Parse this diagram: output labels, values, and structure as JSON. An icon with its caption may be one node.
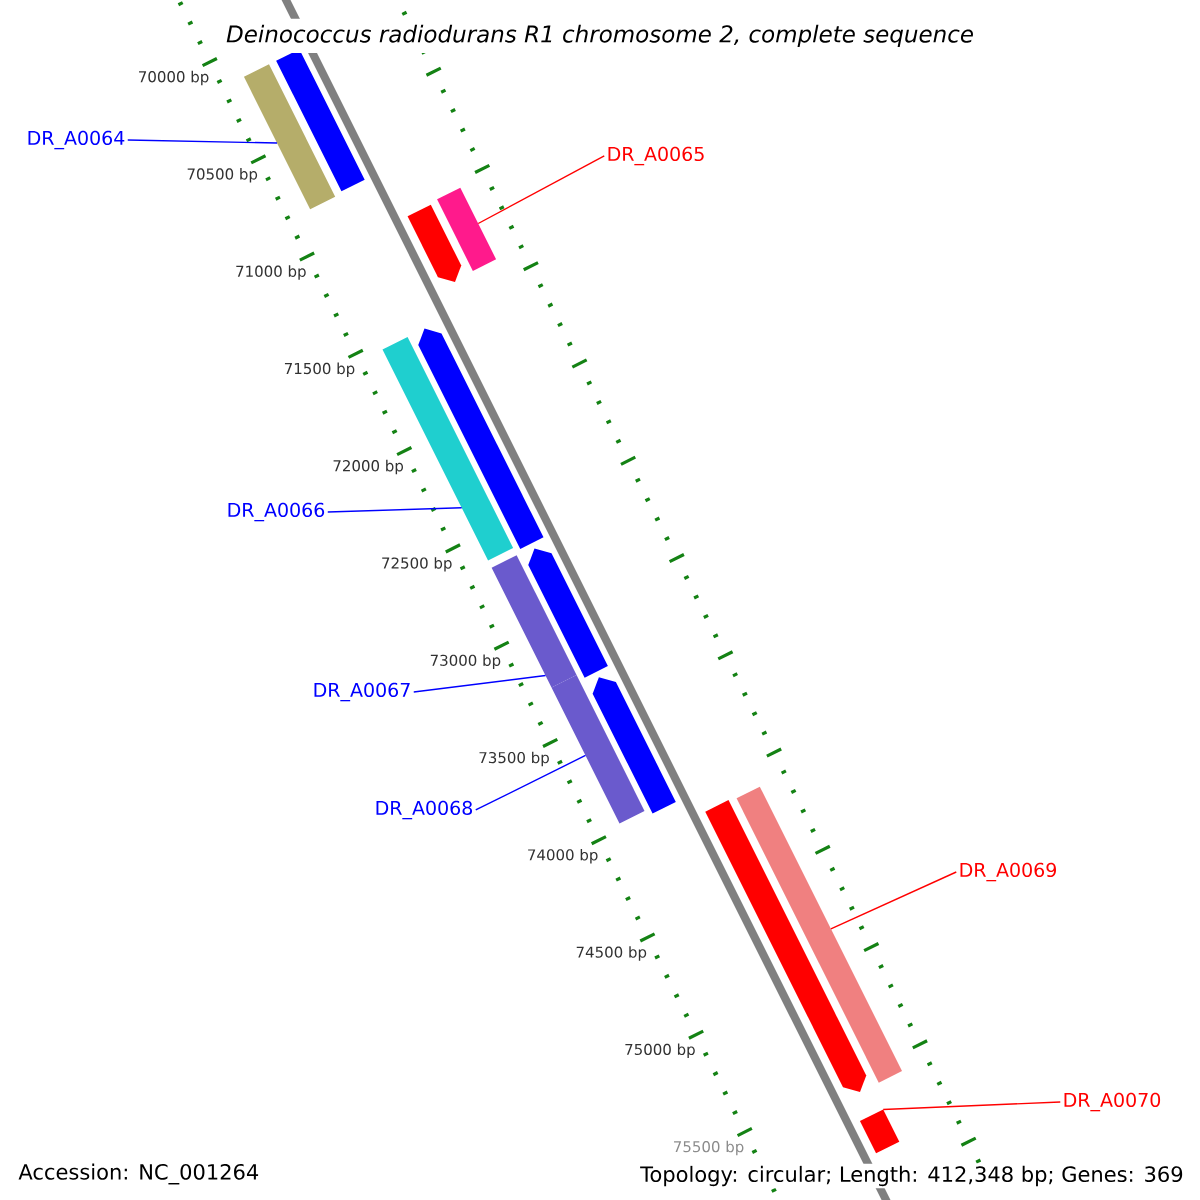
{
  "diagram": {
    "title": "Deinococcus radiodurans R1 chromosome 2, complete sequence",
    "nodes": [
      {
        "text": [
          "DR_A0064"
        ]
      },
      {
        "text": [],
        "shape": "bar"
      },
      {
        "text": [],
        "shape": "bar"
      },
      {
        "text": [
          "DR_A0065"
        ]
      },
      {
        "text": [],
        "shape": "arrow"
      },
      {
        "text": [],
        "shape": "bar"
      },
      {
        "text": [],
        "shape": "arrow"
      },
      {
        "text": [],
        "shape": "bar"
      },
      {
        "text": [
          "DR_A0066"
        ]
      },
      {
        "text": [],
        "shape": "arrow"
      },
      {
        "text": [],
        "shape": "bar"
      },
      {
        "text": [
          "DR_A0067"
        ]
      },
      {
        "text": [],
        "shape": "arrow"
      },
      {
        "text": [],
        "shape": "bar"
      },
      {
        "text": [
          "DR_A0068"
        ]
      },
      {
        "text": [],
        "shape": "arrow"
      },
      {
        "text": [],
        "shape": "bar"
      },
      {
        "text": [
          "DR_A0069"
        ]
      },
      {
        "text": [
          "DR_A0070"
        ]
      },
      {
        "text": [],
        "shape": "bar"
      }
    ],
    "edges": [
      {
        "from": 0,
        "to": 1,
        "arrow": "none"
      },
      {
        "from": 3,
        "to": 5,
        "arrow": "none",
        "color": "#ff0000"
      },
      {
        "from": 8,
        "to": 7,
        "arrow": "none"
      },
      {
        "from": 11,
        "to": 10,
        "arrow": "none"
      },
      {
        "from": 14,
        "to": 13,
        "arrow": "none"
      },
      {
        "from": 17,
        "to": 16,
        "arrow": "none",
        "color": "#ff0000"
      },
      {
        "from": 18,
        "to": 19,
        "arrow": "none",
        "color": "#ff0000"
      }
    ],
    "labels": [
      "70000 bp",
      "70500 bp",
      "71000 bp",
      "71500 bp",
      "72000 bp",
      "72500 bp",
      "73000 bp",
      "73500 bp",
      "74000 bp",
      "74500 bp",
      "75000 bp",
      "75500 bp",
      "Accession: NC_001264",
      "Topology: circular; Length: 412,348 bp; Genes: 369"
    ]
  }
}
